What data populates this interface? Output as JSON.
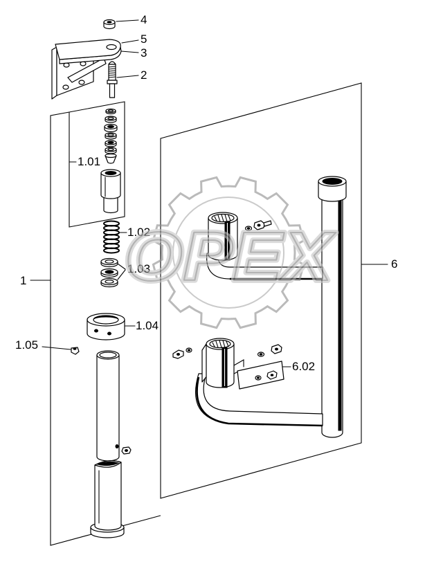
{
  "labels": {
    "part_4": "4",
    "part_5": "5",
    "part_3": "3",
    "part_2": "2",
    "part_1_01": "1.01",
    "part_1_02": "1.02",
    "part_1_03": "1.03",
    "part_1": "1",
    "part_1_04": "1.04",
    "part_1_05": "1.05",
    "part_6": "6",
    "part_6_02": "6.02"
  },
  "watermark": {
    "text": "OPEX",
    "icon": "gear-icon",
    "color": "#8d8d8d"
  },
  "colors": {
    "line": "#000000",
    "background": "#ffffff"
  }
}
